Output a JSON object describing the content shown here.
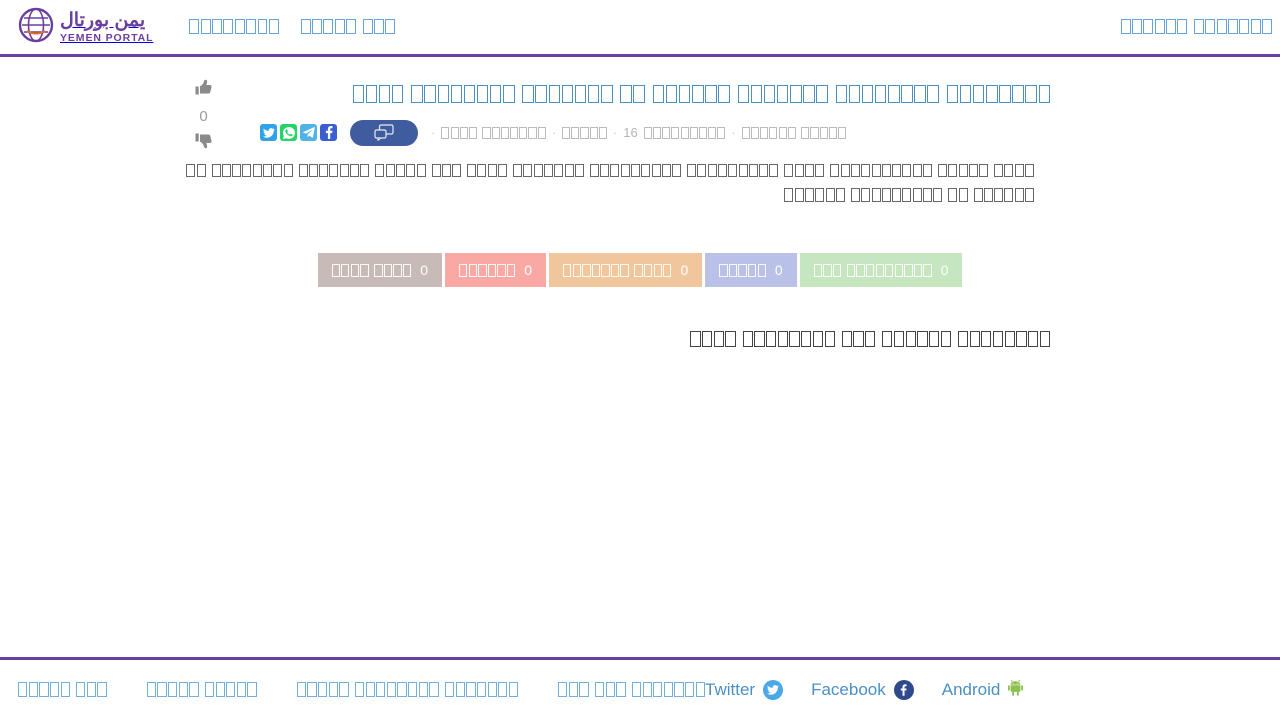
{
  "site": {
    "logo_arabic": "يمن بورتال",
    "logo_english": "YEMEN PORTAL"
  },
  "topnav": {
    "left_links": [
      {
        "name": "nav-link-1",
        "glyphs": [
          7,
          6
        ]
      }
    ],
    "right_links": [
      {
        "name": "nav-link-2",
        "glyphs": [
          3,
          5
        ]
      },
      {
        "name": "nav-link-3",
        "glyphs": [
          8
        ]
      }
    ]
  },
  "article": {
    "title_glyphs": [
      8,
      8,
      7,
      6,
      2,
      7,
      8,
      4
    ],
    "description_glyphs_line1": [
      4,
      5,
      10,
      4,
      9,
      9,
      7,
      4,
      3,
      5,
      7,
      8,
      2
    ],
    "description_glyphs_line2": [
      6,
      2,
      9,
      6
    ],
    "meta": {
      "source_glyphs": [
        7,
        4
      ],
      "category_glyphs": [
        5
      ],
      "count_number": "16",
      "count_label_glyphs": [
        9
      ],
      "time_glyphs": [
        5,
        6
      ]
    },
    "share": {
      "twitter_label": "twitter-share",
      "whatsapp_label": "whatsapp-share",
      "telegram_label": "telegram-share",
      "facebook_label": "facebook-share",
      "comments_label": "comments-button"
    },
    "vote": {
      "up_label": "thumbs-up",
      "down_label": "thumbs-down",
      "count": "0"
    }
  },
  "stats": {
    "items": [
      {
        "name": "stat-pill-1",
        "count": "0",
        "label_glyphs": [
          4,
          4
        ],
        "color": "#c8bab6"
      },
      {
        "name": "stat-pill-2",
        "count": "0",
        "label_glyphs": [
          6
        ],
        "color": "#f9a8a3"
      },
      {
        "name": "stat-pill-3",
        "count": "0",
        "label_glyphs": [
          4,
          7
        ],
        "color": "#f2c69c"
      },
      {
        "name": "stat-pill-4",
        "count": "0",
        "label_glyphs": [
          5
        ],
        "color": "#b9c1e8"
      },
      {
        "name": "stat-pill-5",
        "count": "0",
        "label_glyphs": [
          9,
          3
        ],
        "color": "#c6e6c0"
      }
    ]
  },
  "subheading": {
    "glyphs": [
      8,
      6,
      3,
      8,
      4
    ]
  },
  "footer": {
    "social": [
      {
        "name": "footer-twitter",
        "label": "Twitter",
        "icon": "twitter-icon"
      },
      {
        "name": "footer-facebook",
        "label": "Facebook",
        "icon": "facebook-icon"
      },
      {
        "name": "footer-android",
        "label": "Android",
        "icon": "android-icon"
      }
    ],
    "links": [
      {
        "name": "footer-link-1",
        "glyphs": [
          3,
          5
        ]
      },
      {
        "name": "footer-link-2",
        "glyphs": [
          5,
          5
        ]
      },
      {
        "name": "footer-link-3",
        "glyphs": [
          7,
          8,
          5
        ]
      },
      {
        "name": "footer-link-4",
        "glyphs": [
          7,
          3,
          3
        ]
      }
    ]
  },
  "colors": {
    "brand_purple": "#6b3fa0",
    "link_blue": "#5b9bd5",
    "title_blue": "#3d87bd",
    "comment_pill": "#3f5c9e"
  }
}
